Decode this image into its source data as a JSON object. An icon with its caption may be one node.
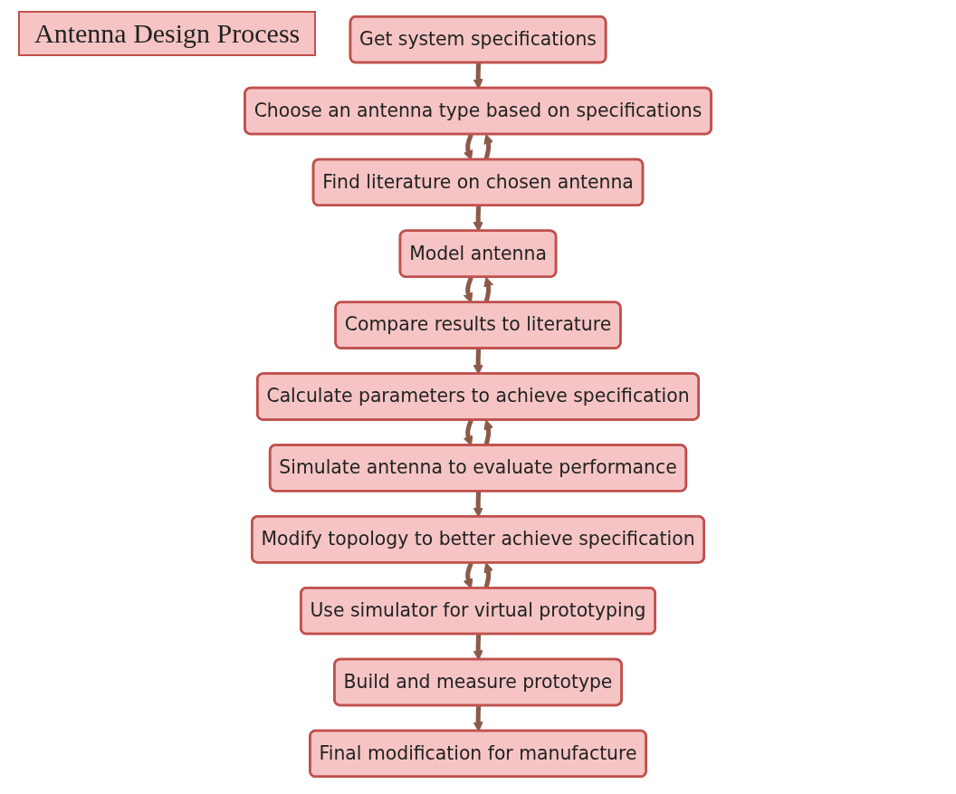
{
  "diagram": {
    "title": "Antenna Design Process",
    "nodes": [
      {
        "text": [
          "Get system specifications"
        ]
      },
      {
        "text": [
          "Choose an antenna type based on specifications"
        ]
      },
      {
        "text": [
          "Find literature on chosen antenna"
        ]
      },
      {
        "text": [
          "Model antenna"
        ]
      },
      {
        "text": [
          "Compare results to literature"
        ]
      },
      {
        "text": [
          "Calculate parameters to achieve specification"
        ]
      },
      {
        "text": [
          "Simulate antenna to evaluate performance"
        ]
      },
      {
        "text": [
          "Modify topology to better achieve specification"
        ]
      },
      {
        "text": [
          "Use simulator for virtual prototyping"
        ]
      },
      {
        "text": [
          "Build and measure prototype"
        ]
      },
      {
        "text": [
          "Final modification for manufacture"
        ]
      }
    ],
    "edges": [
      {
        "from": 0,
        "to": 1,
        "arrow": "to"
      },
      {
        "from": 1,
        "to": 2,
        "arrow": "to"
      },
      {
        "from": 2,
        "to": 1,
        "arrow": "to"
      },
      {
        "from": 2,
        "to": 3,
        "arrow": "to"
      },
      {
        "from": 3,
        "to": 4,
        "arrow": "to"
      },
      {
        "from": 4,
        "to": 3,
        "arrow": "to"
      },
      {
        "from": 4,
        "to": 5,
        "arrow": "to"
      },
      {
        "from": 5,
        "to": 6,
        "arrow": "to"
      },
      {
        "from": 6,
        "to": 5,
        "arrow": "to"
      },
      {
        "from": 6,
        "to": 7,
        "arrow": "to"
      },
      {
        "from": 7,
        "to": 8,
        "arrow": "to"
      },
      {
        "from": 8,
        "to": 7,
        "arrow": "to"
      },
      {
        "from": 8,
        "to": 9,
        "arrow": "to"
      },
      {
        "from": 9,
        "to": 10,
        "arrow": "to"
      }
    ]
  }
}
